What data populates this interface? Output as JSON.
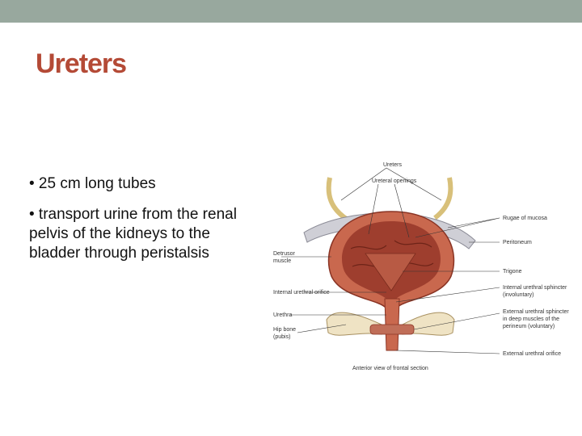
{
  "slide": {
    "title": "Ureters",
    "bullets": [
      "• 25 cm long tubes",
      "• transport urine from the renal pelvis of the kidneys to the bladder through peristalsis"
    ]
  },
  "figure": {
    "labels": {
      "ureters": "Ureters",
      "ureteral_openings": "Ureteral openings",
      "rugae": "Rugae of mucosa",
      "peritoneum": "Peritoneum",
      "detrusor_1": "Detrusor",
      "detrusor_2": "muscle",
      "trigone": "Trigone",
      "internal_orifice": "Internal urethral orifice",
      "internal_sphincter_1": "Internal urethral sphincter",
      "internal_sphincter_2": "(involuntary)",
      "urethra": "Urethra",
      "external_sphincter_1": "External urethral sphincter",
      "external_sphincter_2": "in deep muscles of the",
      "external_sphincter_3": "perineum (voluntary)",
      "hip_bone_1": "Hip bone",
      "hip_bone_2": "(pubis)",
      "external_orifice": "External urethral orifice"
    },
    "caption": "Anterior view of frontal section"
  }
}
